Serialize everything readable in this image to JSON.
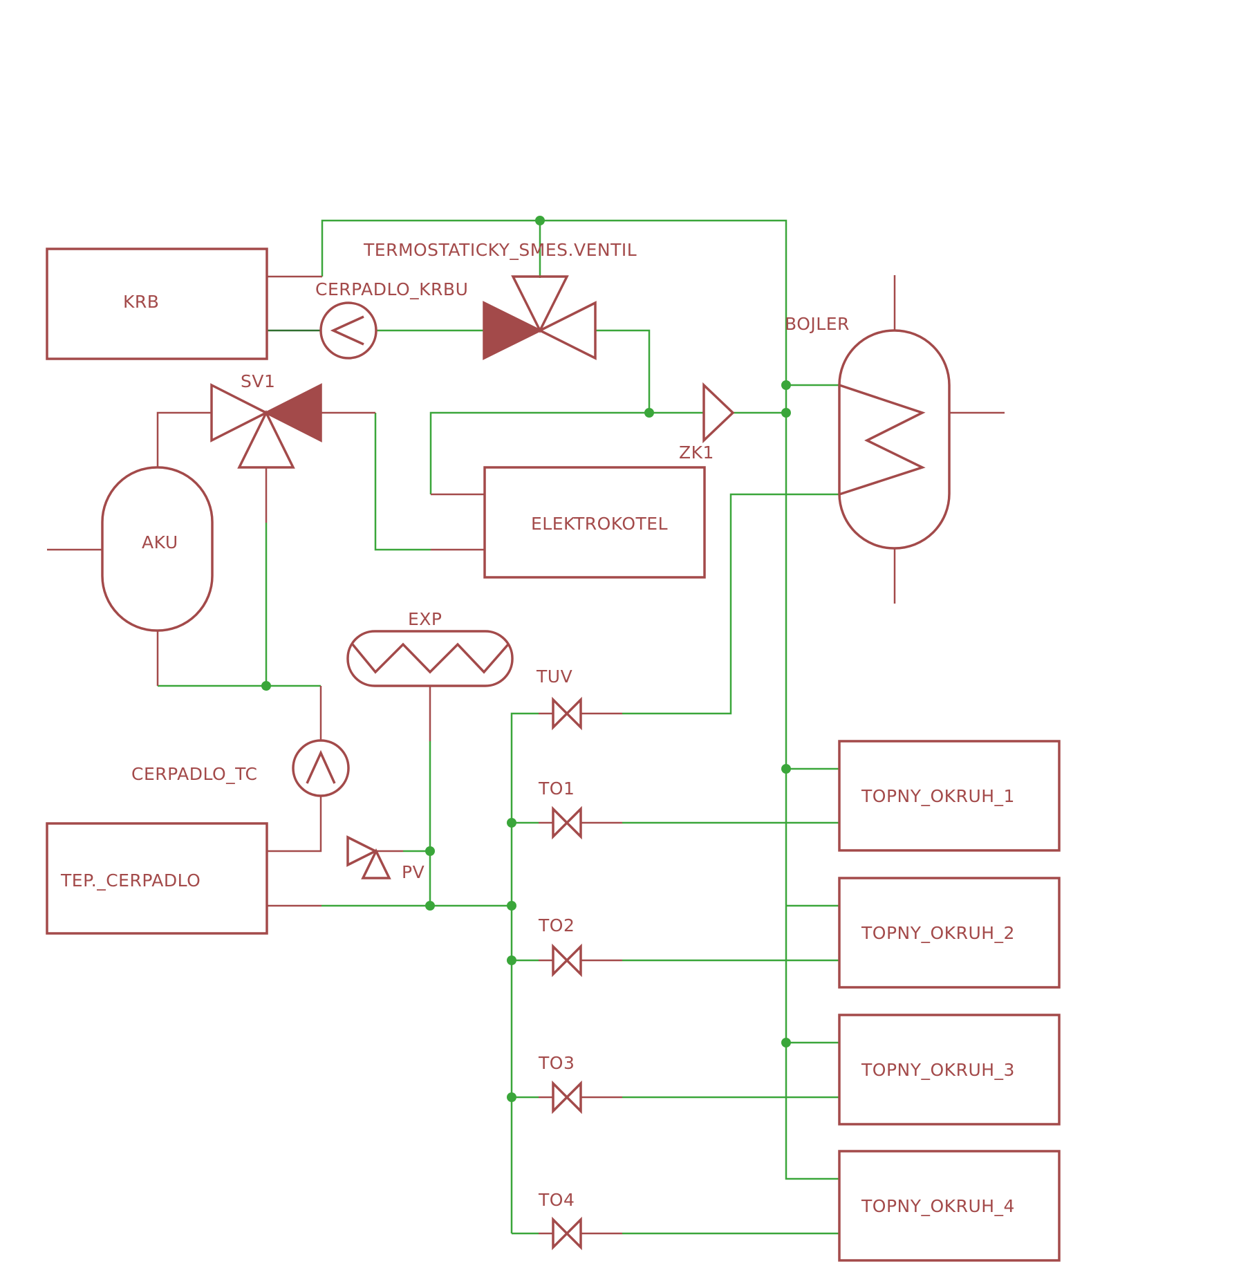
{
  "colors": {
    "symbol": "#a34a4a",
    "net": "#3aa63a",
    "net_dark": "#2f6f2f",
    "background": "#ffffff"
  },
  "labels": {
    "krb": "KRB",
    "termostaticky": "TERMOSTATICKY_SMES.VENTIL",
    "cerpadlo_krbu": "CERPADLO_KRBU",
    "bojler": "BOJLER",
    "sv1": "SV1",
    "zk1": "ZK1",
    "aku": "AKU",
    "elektrokotel": "ELEKTROKOTEL",
    "exp": "EXP",
    "tuv": "TUV",
    "cerpadlo_tc": "CERPADLO_TC",
    "to1": "TO1",
    "to2": "TO2",
    "to3": "TO3",
    "to4": "TO4",
    "tep_cerpadlo": "TEP._CERPADLO",
    "pv": "PV",
    "topny_okruh_1": "TOPNY_OKRUH_1",
    "topny_okruh_2": "TOPNY_OKRUH_2",
    "topny_okruh_3": "TOPNY_OKRUH_3",
    "topny_okruh_4": "TOPNY_OKRUH_4"
  }
}
